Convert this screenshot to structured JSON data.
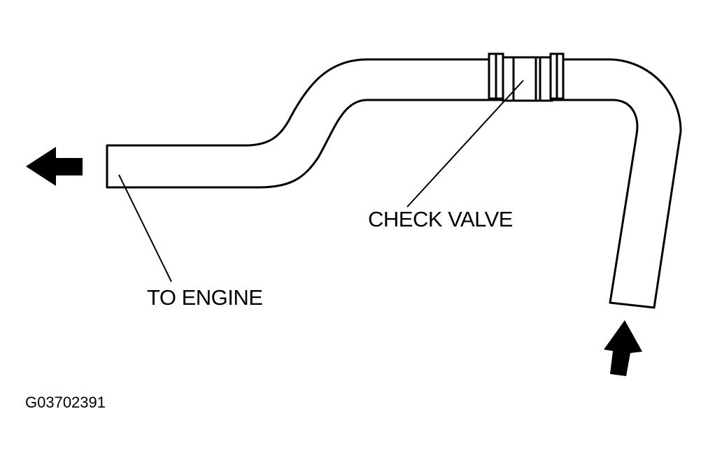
{
  "labels": {
    "check_valve": "CHECK VALVE",
    "to_engine": "TO ENGINE",
    "figure_id": "G03702391"
  },
  "icons": {
    "outlet_arrow": "arrow-left-icon",
    "inlet_arrow": "arrow-up-icon"
  },
  "colors": {
    "line": "#000000",
    "background": "#ffffff"
  }
}
